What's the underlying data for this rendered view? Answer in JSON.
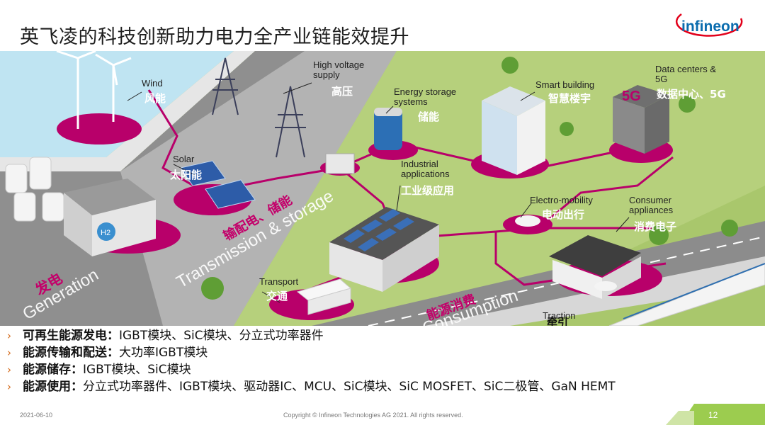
{
  "title": "英飞凌的科技创新助力电力全产业链能效提升",
  "logo": {
    "text": "infineon"
  },
  "diagram": {
    "wind": {
      "en": "Wind",
      "cn": "风能"
    },
    "solar": {
      "en": "Solar",
      "cn": "太阳能"
    },
    "hv": {
      "en_line1": "High voltage",
      "en_line2": "supply",
      "cn": "高压"
    },
    "storage": {
      "en_line1": "Energy storage",
      "en_line2": "systems",
      "cn": "储能"
    },
    "building": {
      "en": "Smart building",
      "cn": "智慧楼宇"
    },
    "datacenter": {
      "en_line1": "Data centers &",
      "en_line2": "5G",
      "cn": "数据中心、5G",
      "badge": "5G"
    },
    "industrial": {
      "en_line1": "Industrial",
      "en_line2": "applications",
      "cn": "工业级应用"
    },
    "emobility": {
      "en": "Electro-mobility",
      "cn": "电动出行"
    },
    "consumer": {
      "en_line1": "Consumer",
      "en_line2": "appliances",
      "cn": "消费电子"
    },
    "transport": {
      "en": "Transport",
      "cn": "交通"
    },
    "traction": {
      "en": "Traction",
      "cn": "牵引"
    },
    "h2": "H2",
    "zones": {
      "generation_cn": "发电",
      "generation_en": "Generation",
      "transmission_cn": "输配电、储能",
      "transmission_en": "Transmission & storage",
      "consumption_cn": "能源消费",
      "consumption_en": "Consumption"
    }
  },
  "bullets": [
    {
      "head": "可再生能源发电：",
      "body": "IGBT模块、SiC模块、分立式功率器件"
    },
    {
      "head": "能源传输和配送：",
      "body": "大功率IGBT模块"
    },
    {
      "head": "能源储存：",
      "body": "IGBT模块、SiC模块"
    },
    {
      "head": "能源使用：",
      "body": "分立式功率器件、IGBT模块、驱动器IC、MCU、SiC模块、SiC MOSFET、SiC二极管、GaN HEMT"
    }
  ],
  "bullet_marker": "›",
  "footer": {
    "date": "2021-06-10",
    "copyright": "Copyright © Infineon Technologies AG 2021. All rights reserved.",
    "page": "12"
  },
  "colors": {
    "magenta": "#b8006a",
    "grass": "#a8c56b",
    "road": "#8e8e8e",
    "water": "#bfe4f2",
    "accent": "#d46a1a",
    "footer_green": "#8dbf3f"
  }
}
